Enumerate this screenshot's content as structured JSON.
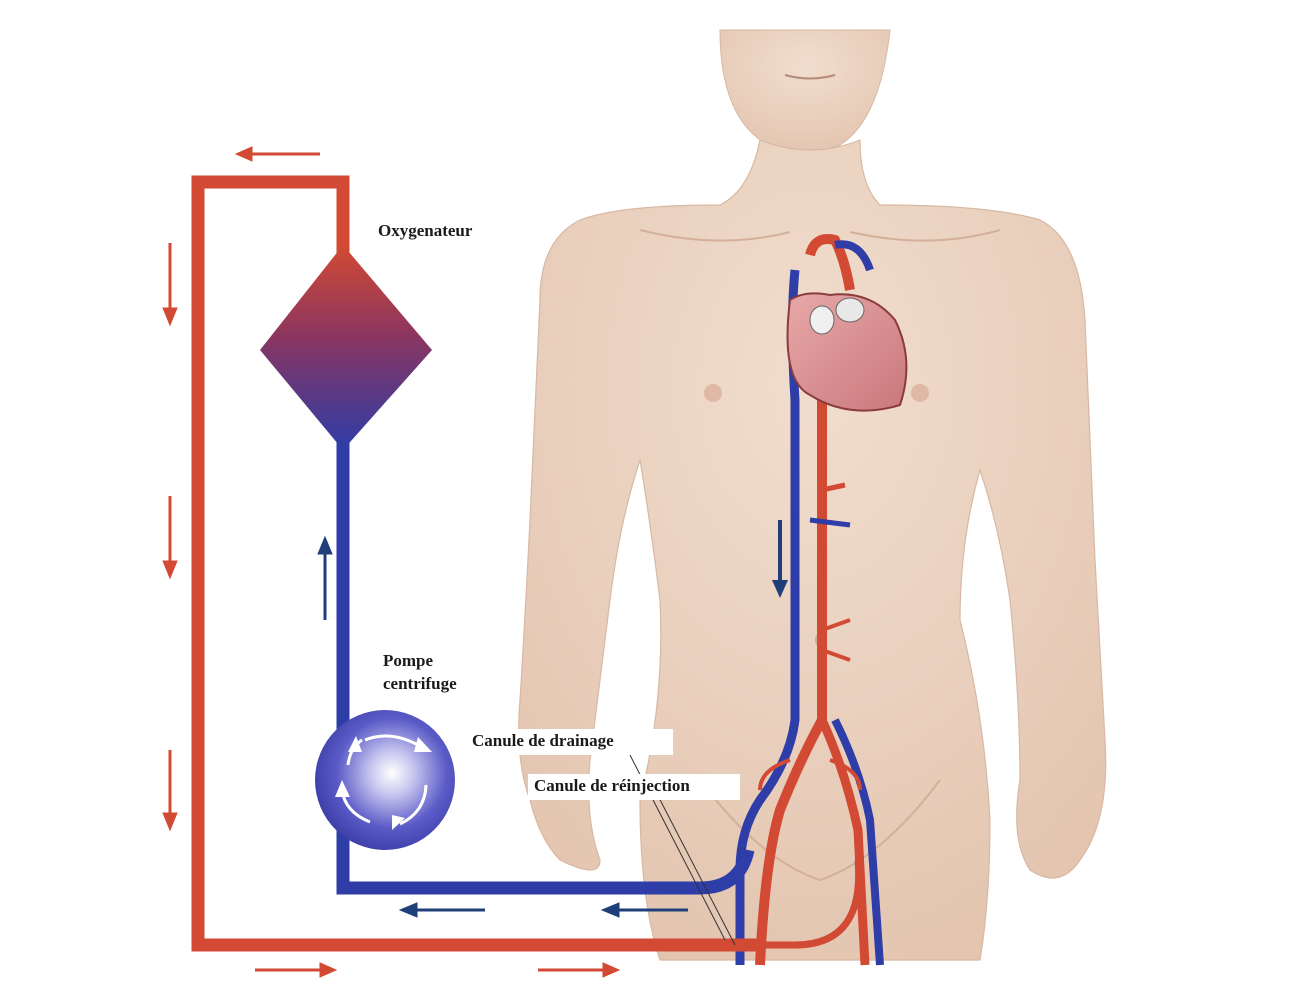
{
  "labels": {
    "oxygenator": "Oxygenateur",
    "pump_line1": "Pompe",
    "pump_line2": "centrifuge",
    "drainage_cannula": "Canule de drainage",
    "reinjection_cannula": "Canule de réinjection"
  },
  "colors": {
    "arterial_red": "#d24a33",
    "venous_blue": "#2e3da8",
    "arrow_red": "#d24a33",
    "arrow_blue": "#1f3f7a",
    "skin": "#ecd4c2",
    "skin_shadow": "#d9b9a3",
    "background": "#ffffff"
  },
  "icons": {
    "pump": "pump-sphere-icon",
    "oxygenator": "oxygenator-diamond-icon",
    "heart": "heart-icon"
  }
}
